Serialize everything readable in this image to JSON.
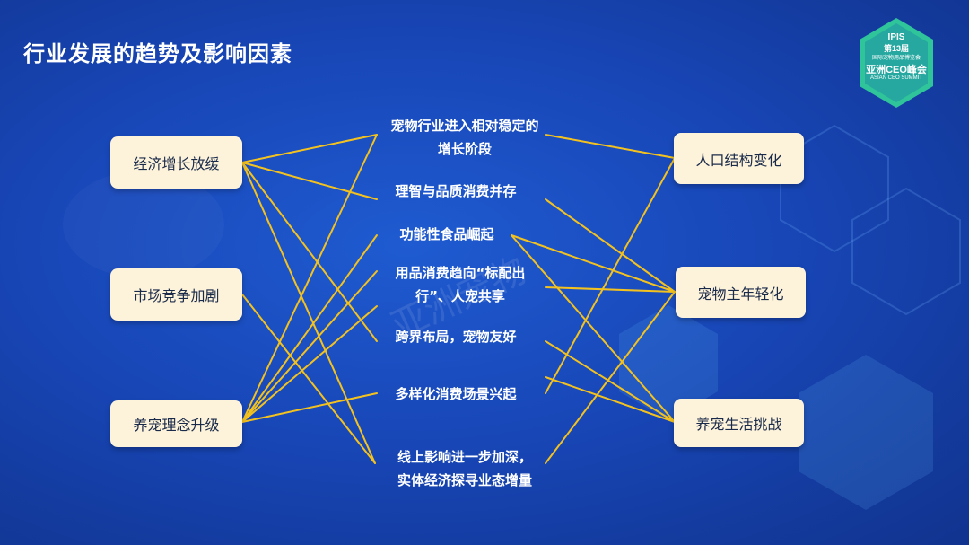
{
  "title": "行业发展的趋势及影响因素",
  "logo": {
    "brand": "IPIS",
    "edition": "第13届",
    "line1": "国际宠物用品博览会",
    "line2": "亚洲CEO峰会",
    "line3": "ASIAN CEO SUMMIT"
  },
  "watermark": "亚洲宠物",
  "left_factors": [
    "经济增长放缓",
    "市场竞争加剧",
    "养宠理念升级"
  ],
  "trends": [
    {
      "line1": "宠物行业进入相对稳定的",
      "line2": "增长阶段"
    },
    {
      "line1": "理智与品质消费并存",
      "line2": ""
    },
    {
      "line1": "功能性食品崛起",
      "line2": ""
    },
    {
      "line1": "用品消费趋向“标配出",
      "line2": "行”、人宠共享"
    },
    {
      "line1": "跨界布局，宠物友好",
      "line2": ""
    },
    {
      "line1": "多样化消费场景兴起",
      "line2": ""
    },
    {
      "line1": "线上影响进一步加深，",
      "line2": "实体经济探寻业态增量"
    }
  ],
  "right_factors": [
    "人口结构变化",
    "宠物主年轻化",
    "养宠生活挑战"
  ],
  "colors": {
    "line": "#f4c21e",
    "box": "#fdf3da",
    "background": "#1847b8"
  }
}
